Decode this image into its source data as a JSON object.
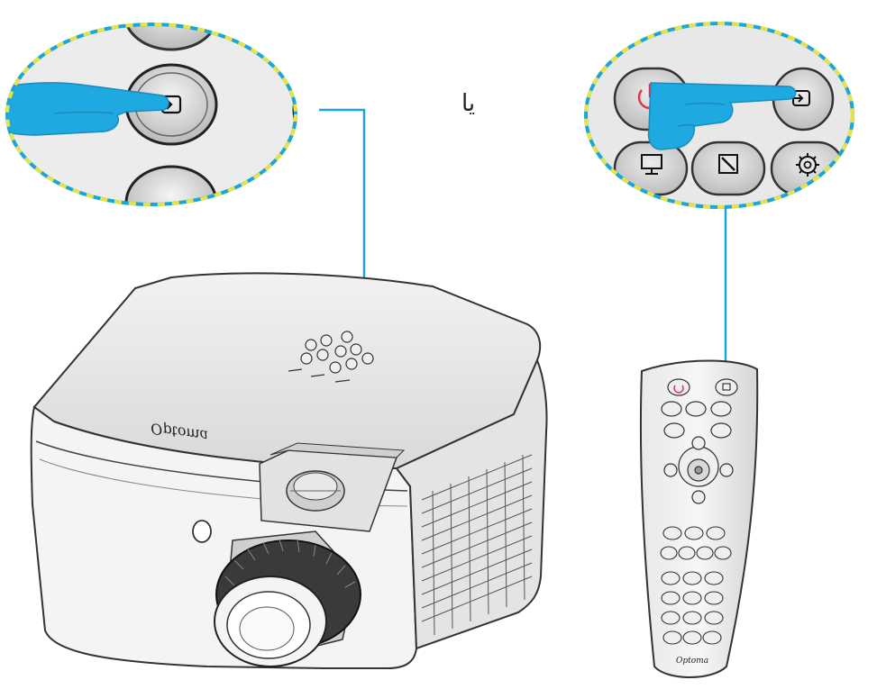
{
  "connector_color": "#1aa7d8",
  "hand_color": "#1fa9e1",
  "callout_dash_colors": [
    "#1aa7d8",
    "#e6e24a"
  ],
  "or_label": "يا",
  "projector_brand": "Optoma",
  "remote_brand": "Optoma",
  "icons": {
    "source": "source-input-icon",
    "power": "power-icon",
    "display": "display-icon",
    "aspect": "aspect-ratio-icon",
    "settings": "gear-icon"
  }
}
